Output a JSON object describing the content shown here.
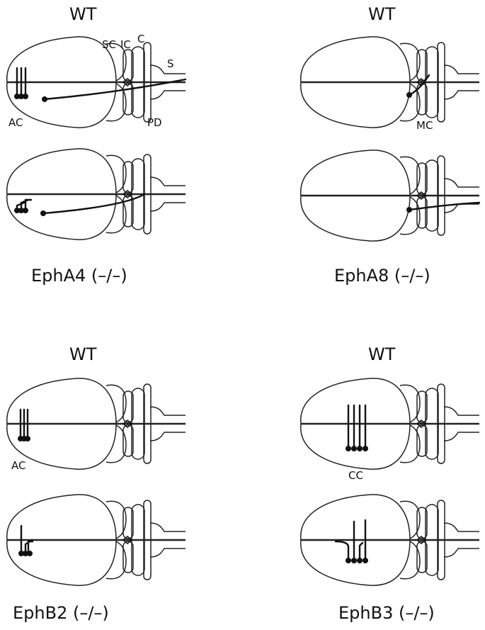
{
  "figure": {
    "panels": [
      {
        "key": "a_wt",
        "title": "WT"
      },
      {
        "key": "a_ko",
        "title": "EphA4 (–/–)"
      },
      {
        "key": "b_wt",
        "title": "WT"
      },
      {
        "key": "b_ko",
        "title": "EphA8 (–/–)"
      },
      {
        "key": "c_wt",
        "title": "WT"
      },
      {
        "key": "c_ko",
        "title": "EphB2 (–/–)"
      },
      {
        "key": "d_wt",
        "title": "WT"
      },
      {
        "key": "d_ko",
        "title": "EphB3 (–/–)"
      }
    ],
    "structure_labels": {
      "sc": "SC",
      "ic": "IC",
      "c": "C",
      "s": "S",
      "pd": "PD",
      "ac": "AC",
      "mc": "MC",
      "cc": "CC"
    }
  }
}
